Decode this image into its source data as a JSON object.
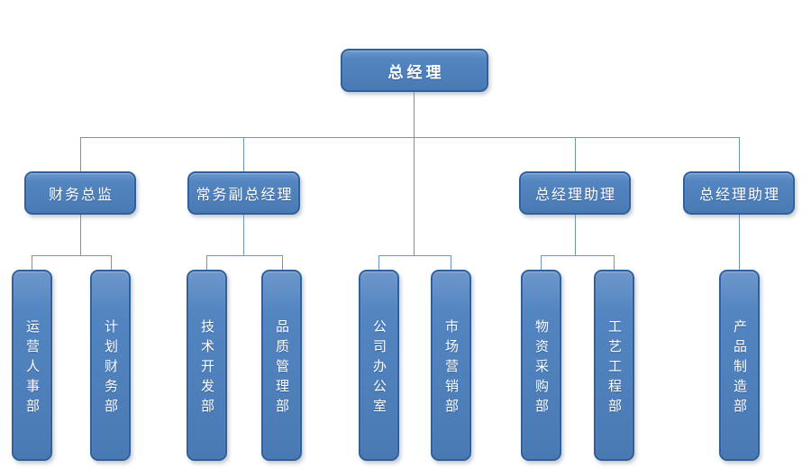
{
  "diagram": {
    "type": "org-chart",
    "root": {
      "label": "总经理"
    },
    "managers": [
      {
        "label": "财务总监",
        "children": [
          "运营人事部",
          "计划财务部"
        ]
      },
      {
        "label": "常务副总经理",
        "children": [
          "技术开发部",
          "品质管理部"
        ]
      },
      {
        "label": "总经理助理",
        "children": [
          "物资采购部",
          "工艺工程部"
        ]
      },
      {
        "label": "总经理助理",
        "children": [
          "产品制造部"
        ]
      }
    ],
    "root_direct_children": [
      "公司办公室",
      "市场营销部"
    ],
    "departments": [
      {
        "label": "运营人事部"
      },
      {
        "label": "计划财务部"
      },
      {
        "label": "技术开发部"
      },
      {
        "label": "品质管理部"
      },
      {
        "label": "公司办公室"
      },
      {
        "label": "市场营销部"
      },
      {
        "label": "物资采购部"
      },
      {
        "label": "工艺工程部"
      },
      {
        "label": "产品制造部"
      }
    ],
    "colors": {
      "node_fill": "#4f81bd",
      "node_fill_highlight": "#6e97cb",
      "node_border": "#30609b",
      "connector": "#6b96c8",
      "label_text": "#ffffff",
      "background": "#ffffff"
    }
  }
}
